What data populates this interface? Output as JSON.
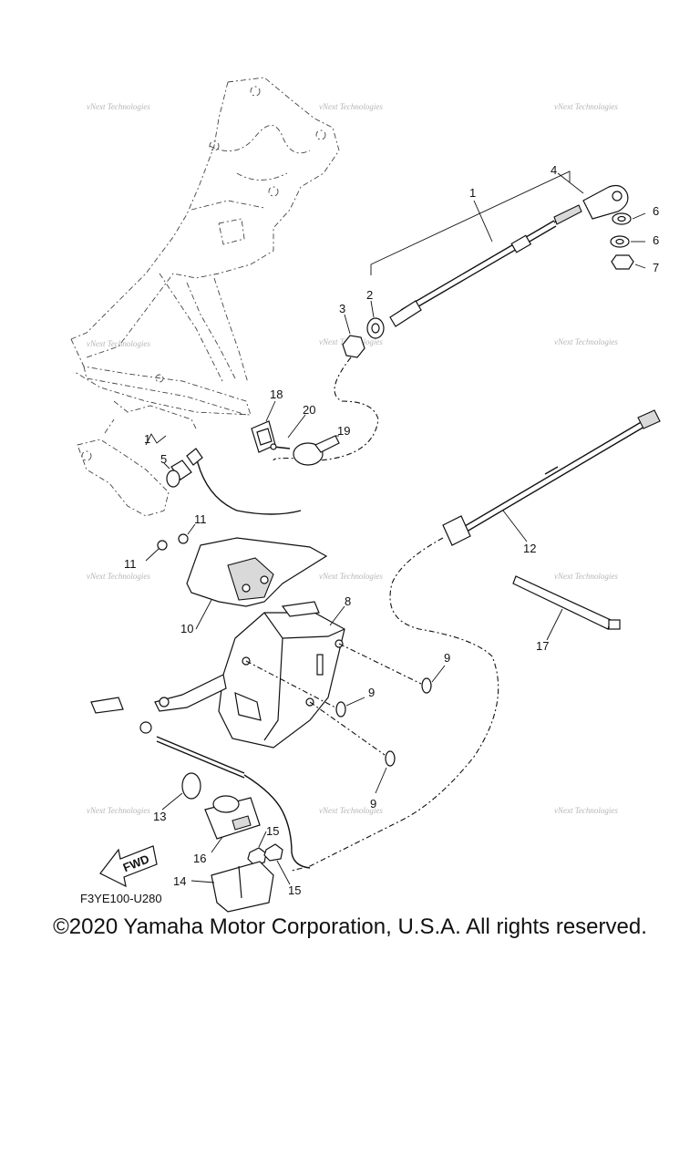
{
  "diagram": {
    "callouts": [
      "1",
      "2",
      "3",
      "4",
      "5",
      "6",
      "6",
      "7",
      "1",
      "18",
      "20",
      "19",
      "11",
      "11",
      "12",
      "10",
      "8",
      "17",
      "9",
      "9",
      "9",
      "13",
      "15",
      "16",
      "14",
      "15"
    ],
    "code": "F3YE100-U280",
    "fwd_label": "FWD",
    "watermark": "vNext Technologies"
  },
  "footer": {
    "copyright": "©2020 Yamaha Motor Corporation, U.S.A. All rights reserved."
  }
}
